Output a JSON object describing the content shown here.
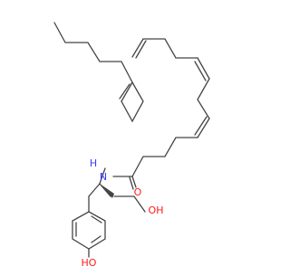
{
  "structure": {
    "type": "skeletal-structural-formula",
    "stereo_double_bonds": "Z",
    "stereocenter_bond": "wedge"
  },
  "atoms": {
    "amide_n": "N",
    "amide_n_h": "H",
    "carbonyl_o": "O",
    "side_chain_oh": "OH",
    "phenol_ho": "HO"
  },
  "colors": {
    "bond": "#444444",
    "nitrogen": "#3a3aff",
    "oxygen": "#ff1a1a"
  }
}
